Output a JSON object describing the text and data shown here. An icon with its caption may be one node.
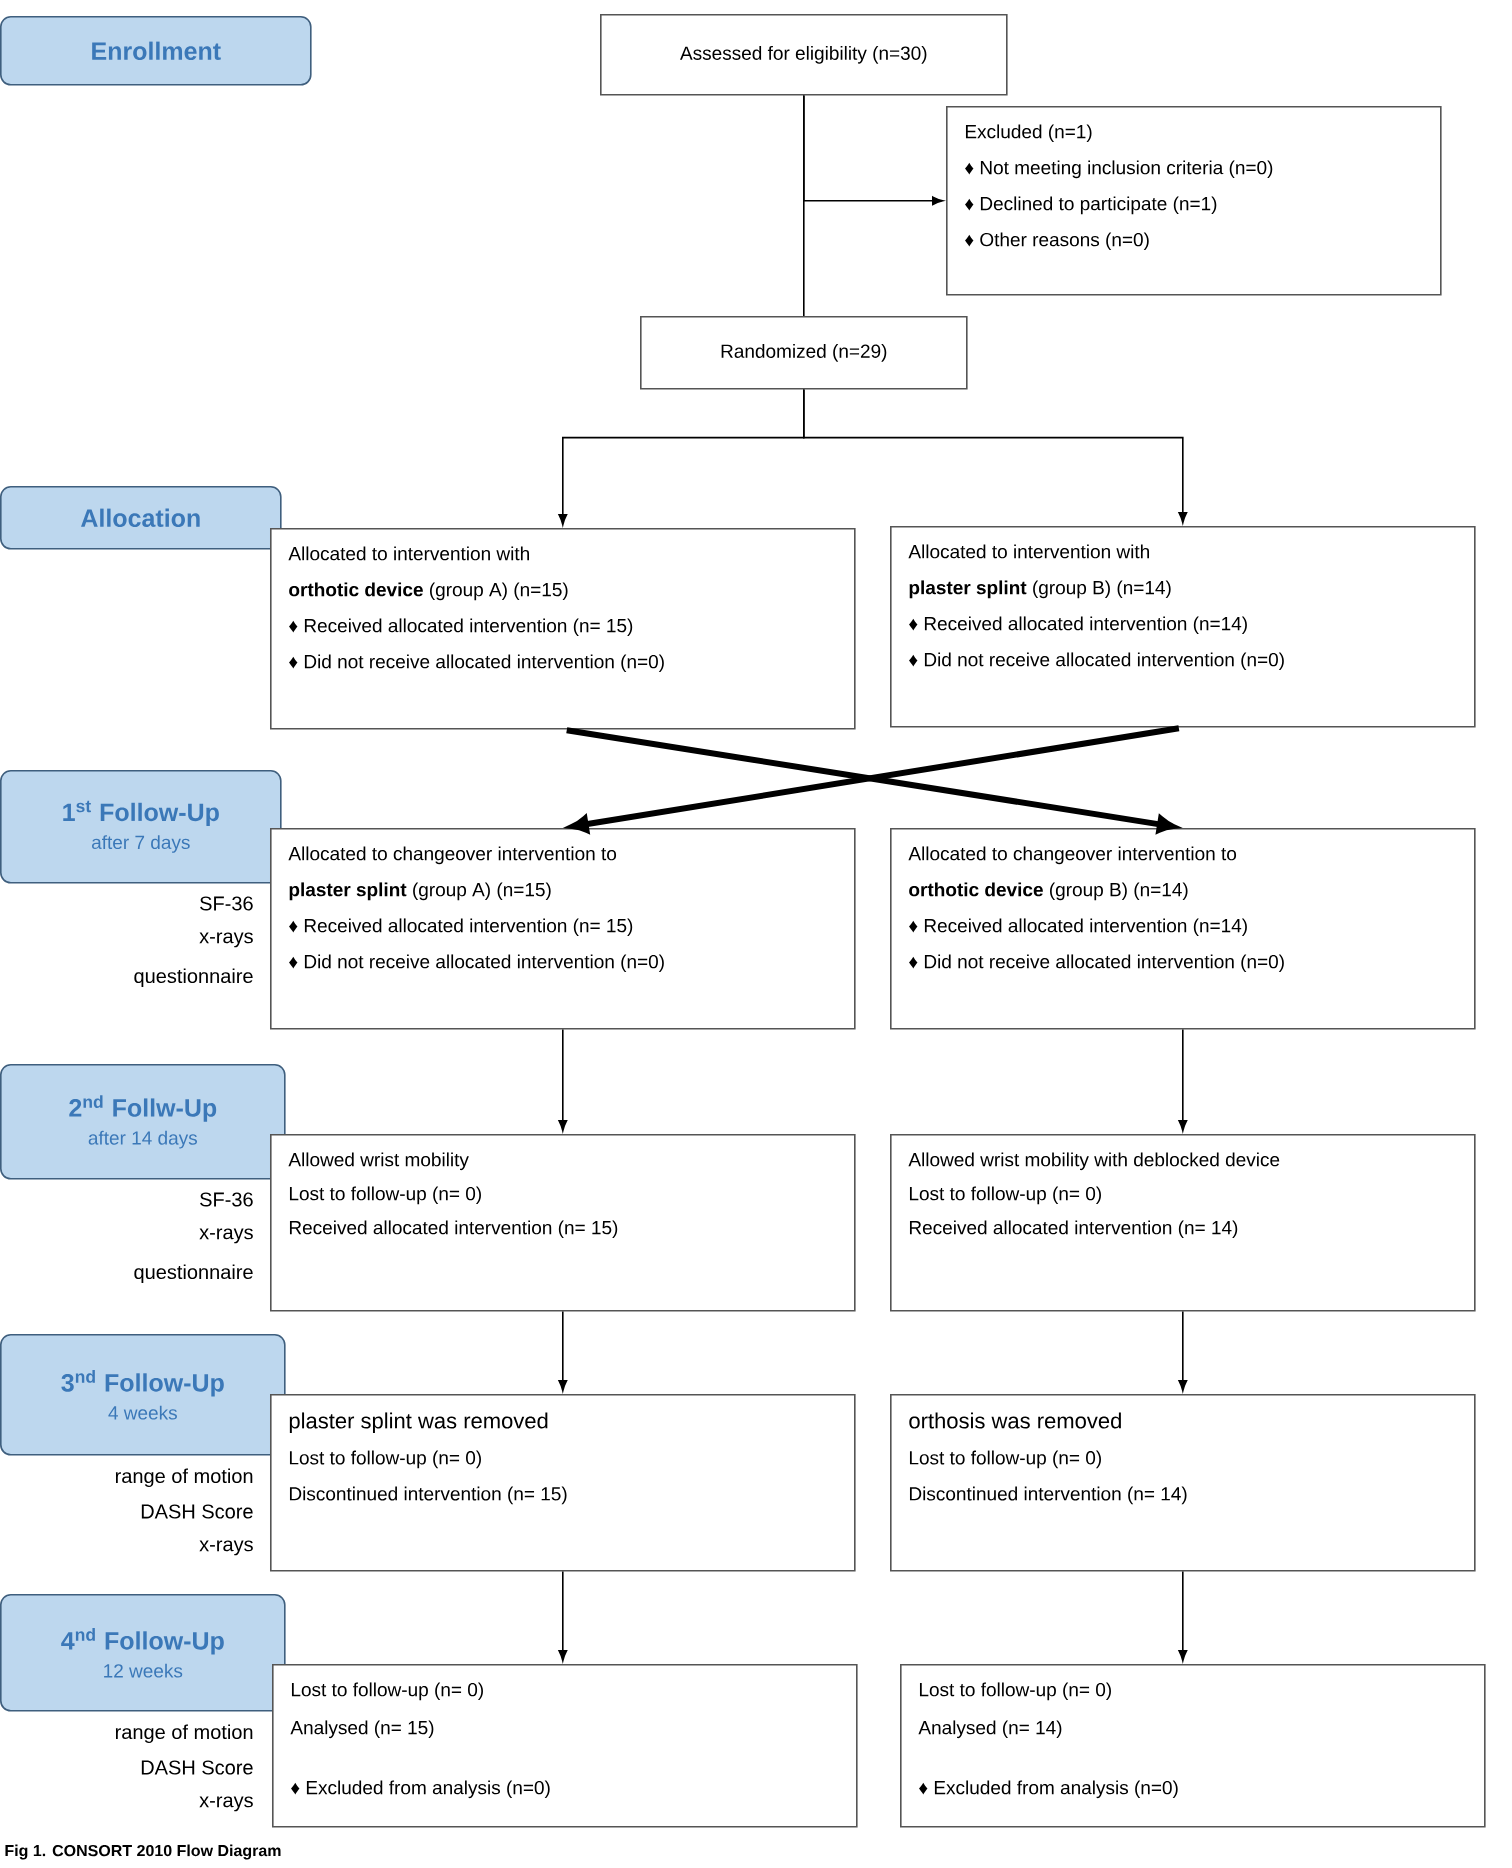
{
  "diagram": {
    "caption": "Fig 1. CONSORT 2010 Flow Diagram",
    "nodes": [
      {
        "text": [
          "Enrollment"
        ]
      },
      {
        "text": [
          "Assessed for eligibility (n=30)"
        ]
      },
      {
        "text": [
          "Excluded  (n=1)",
          "♦ Not meeting inclusion criteria (n=0)",
          "♦ Declined to participate (n=1)",
          "♦ Other reasons (n=0)"
        ]
      },
      {
        "text": [
          "Randomized (n=29)"
        ]
      },
      {
        "text": [
          "Allocation"
        ]
      },
      {
        "text": [
          "Allocated to intervention with",
          "**orthotic device** (group A) (n=15)",
          "♦ Received allocated intervention (n= 15)",
          "♦ Did not receive allocated intervention (n=0)"
        ]
      },
      {
        "text": [
          "Allocated to intervention with",
          "**plaster splint** (group B) (n=14)",
          "♦ Received allocated intervention (n=14)",
          "♦ Did not receive allocated intervention (n=0)"
        ]
      },
      {
        "text": [
          "1$^{st}$ Follow-Up",
          "after 7 days"
        ],
        "beside": [
          "SF-36",
          "x-rays",
          "questionnaire"
        ]
      },
      {
        "text": [
          "Allocated to changeover intervention to",
          "**plaster splint** (group A) (n=15)",
          "♦ Received allocated intervention (n= 15)",
          "♦ Did not receive allocated intervention (n=0)"
        ]
      },
      {
        "text": [
          "Allocated to changeover intervention to",
          "**orthotic device** (group B) (n=14)",
          "♦ Received allocated intervention (n=14)",
          "♦ Did not receive allocated intervention (n=0)"
        ]
      },
      {
        "text": [
          "2$^{nd}$ Follw-Up",
          "after 14 days"
        ],
        "beside": [
          "SF-36",
          "x-rays",
          "questionnaire"
        ]
      },
      {
        "text": [
          "Allowed wrist mobility",
          "Lost to follow-up (n= 0)",
          "Received allocated intervention (n= 15)"
        ]
      },
      {
        "text": [
          "Allowed wrist mobility with deblocked device",
          "Lost to follow-up (n= 0)",
          "Received allocated intervention (n= 14)"
        ]
      },
      {
        "text": [
          "3$^{nd}$ Follow-Up",
          "4 weeks"
        ],
        "beside": [
          "range of motion",
          "DASH Score",
          "x-rays"
        ]
      },
      {
        "text": [
          "plaster splint was removed",
          "Lost to follow-up (n= 0)",
          "Discontinued intervention (n= 15)"
        ]
      },
      {
        "text": [
          "orthosis was removed",
          "Lost to follow-up (n= 0)",
          "Discontinued intervention (n= 14)"
        ]
      },
      {
        "text": [
          "4$^{nd}$ Follow-Up",
          "12 weeks"
        ],
        "beside": [
          "range of motion",
          "DASH Score",
          "x-rays"
        ]
      },
      {
        "text": [
          "Lost to follow-up (n= 0)",
          "Analysed  (n= 15)",
          "♦ Excluded from analysis (n=0)"
        ]
      },
      {
        "text": [
          "Lost to follow-up (n= 0)",
          "Analysed  (n= 14)",
          "♦ Excluded from analysis (n=0)"
        ]
      }
    ],
    "edges": [
      {
        "from": 1,
        "to": 3,
        "arrow": "none"
      },
      {
        "from": 1,
        "to": 2,
        "arrow": "to"
      },
      {
        "from": 3,
        "to": 5,
        "arrow": "to"
      },
      {
        "from": 3,
        "to": 6,
        "arrow": "to"
      },
      {
        "from": 5,
        "to": 9,
        "arrow": "to",
        "style": "thick"
      },
      {
        "from": 6,
        "to": 8,
        "arrow": "to",
        "style": "thick"
      },
      {
        "from": 8,
        "to": 11,
        "arrow": "to"
      },
      {
        "from": 9,
        "to": 12,
        "arrow": "to"
      },
      {
        "from": 11,
        "to": 14,
        "arrow": "to"
      },
      {
        "from": 12,
        "to": 15,
        "arrow": "to"
      },
      {
        "from": 14,
        "to": 17,
        "arrow": "to"
      },
      {
        "from": 15,
        "to": 18,
        "arrow": "to"
      }
    ]
  }
}
